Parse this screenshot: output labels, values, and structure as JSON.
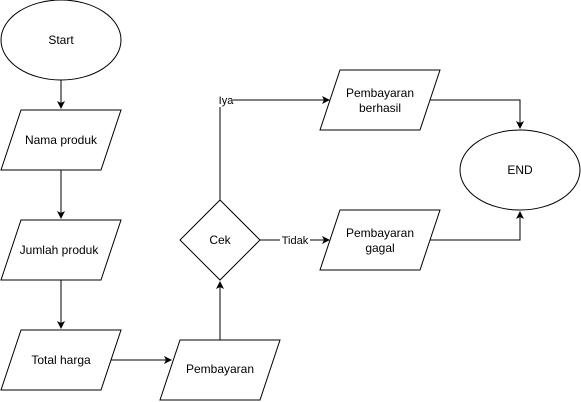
{
  "diagram": {
    "nodes": {
      "start": "Start",
      "nama_produk": "Nama produk",
      "jumlah_produk": "Jumlah produk",
      "total_harga": "Total harga",
      "pembayaran": "Pembayaran",
      "cek": "Cek",
      "berhasil_line1": "Pembayaran",
      "berhasil_line2": "berhasil",
      "gagal_line1": "Pembayaran",
      "gagal_line2": "gagal",
      "end": "END"
    },
    "edge_labels": {
      "iya": "Iya",
      "tidak": "Tidak"
    }
  }
}
